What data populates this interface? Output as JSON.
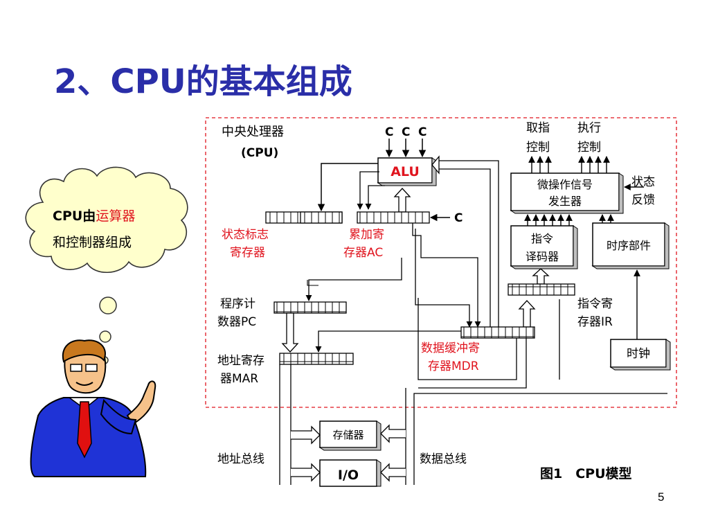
{
  "slide": {
    "title": "2、CPU的基本组成",
    "page_number": "5"
  },
  "callout": {
    "prefix": "CPU由",
    "highlight": "运算器",
    "line2": "和控制器组成",
    "highlight_color": "#e0141e"
  },
  "diagram": {
    "cpu_label_1": "中央处理器",
    "cpu_label_2": "(CPU)",
    "c_inputs": [
      "C",
      "C",
      "C"
    ],
    "c_ac": "C",
    "alu": "ALU",
    "status_register": [
      "状态标志",
      "寄存器"
    ],
    "accumulator": [
      "累加寄",
      "存器AC"
    ],
    "fetch_control": [
      "取指",
      "控制"
    ],
    "exec_control": [
      "执行",
      "控制"
    ],
    "micro_op_gen": [
      "微操作信号",
      "发生器"
    ],
    "status_feedback": [
      "状态",
      "反馈"
    ],
    "decoder": [
      "指令",
      "译码器"
    ],
    "timing": "时序部件",
    "pc": [
      "程序计",
      "数器PC"
    ],
    "ir": [
      "指令寄",
      "存器IR"
    ],
    "clock": "时钟",
    "mdr": [
      "数据缓冲寄",
      "存器MDR"
    ],
    "mar": [
      "地址寄存",
      "器MAR"
    ],
    "memory": "存储器",
    "io": "I/O",
    "address_bus": "地址总线",
    "data_bus": "数据总线",
    "caption": "图1　CPU模型",
    "accent_color": "#e0141e"
  }
}
